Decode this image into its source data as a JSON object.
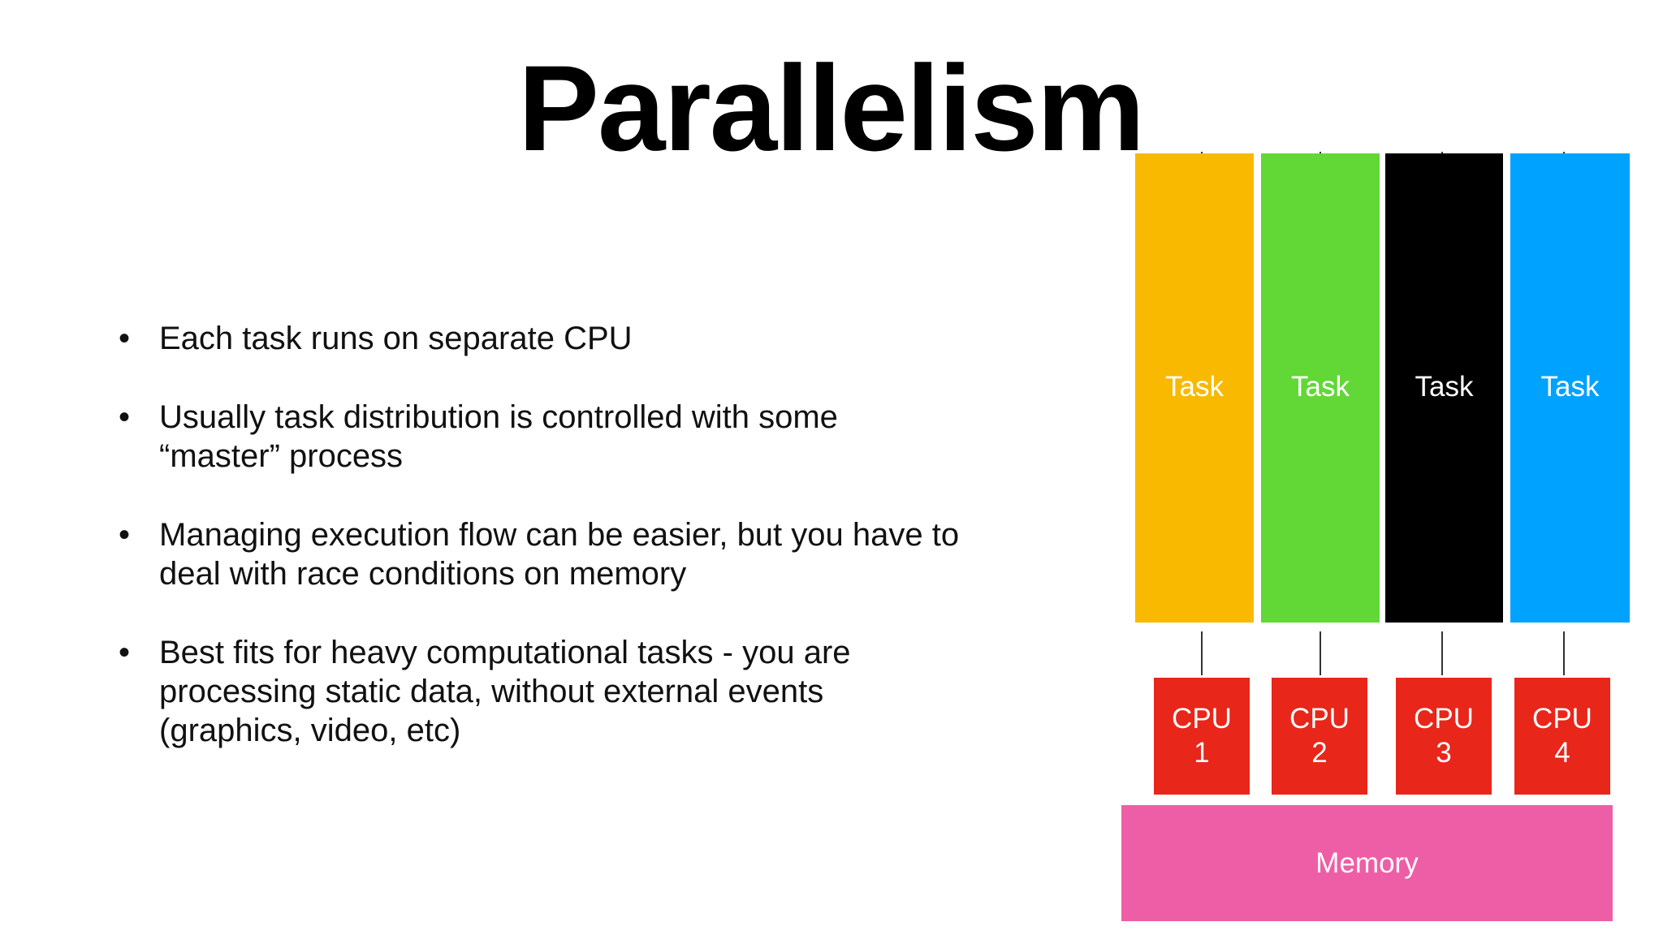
{
  "slide": {
    "title": "Parallelism",
    "bullets": [
      {
        "line1": "Each task runs on separate CPU",
        "line2": "",
        "line3": ""
      },
      {
        "line1": "Usually task distribution is controlled with some",
        "line2": "“master” process",
        "line3": ""
      },
      {
        "line1": "Managing execution flow can be easier, but you have to",
        "line2": "deal with race conditions on memory",
        "line3": ""
      },
      {
        "line1": "Best fits for heavy computational tasks - you are",
        "line2": "processing static data, without external events",
        "line3": "(graphics, video, etc)"
      }
    ],
    "bullet_glyph": "•"
  },
  "diagram": {
    "tasks": [
      {
        "label": "Task",
        "color": "#f8b900"
      },
      {
        "label": "Task",
        "color": "#61d836"
      },
      {
        "label": "Task",
        "color": "#000000"
      },
      {
        "label": "Task",
        "color": "#00a2ff"
      }
    ],
    "cpus": [
      {
        "line1": "CPU",
        "line2": "1"
      },
      {
        "line1": "CPU",
        "line2": "2"
      },
      {
        "line1": "CPU",
        "line2": "3"
      },
      {
        "line1": "CPU",
        "line2": "4"
      }
    ],
    "cpu_color": "#e8261a",
    "memory": {
      "label": "Memory",
      "color": "#ee5ea6"
    }
  }
}
